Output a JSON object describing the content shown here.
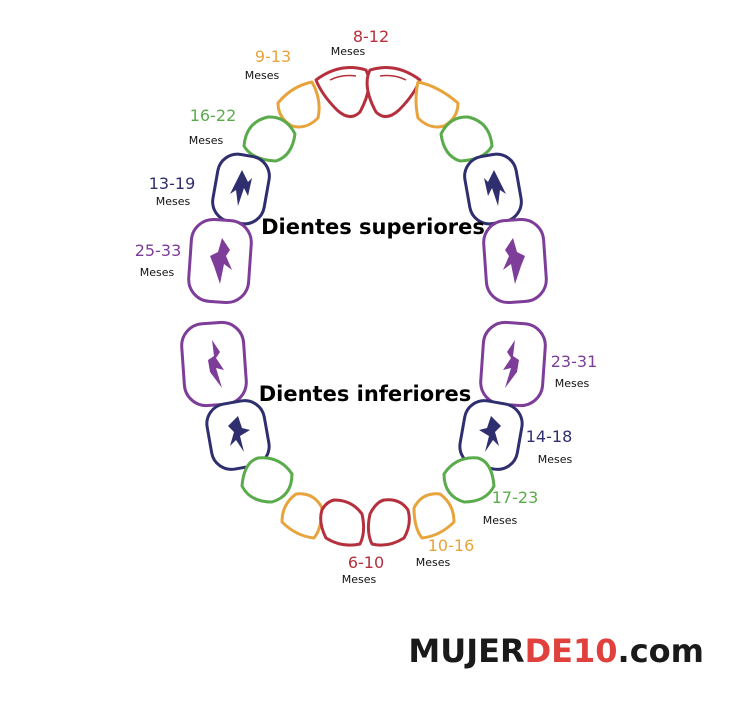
{
  "headings": {
    "upper": "Dientes superiores",
    "lower": "Dientes inferiores"
  },
  "colors": {
    "incisor_central": "#b5303c",
    "incisor_lateral": "#e8a43c",
    "canine": "#5aab4c",
    "first_molar": "#2f2e6e",
    "second_molar": "#7e3d98"
  },
  "labels": {
    "upper_central": {
      "range": "8-12",
      "unit": "Meses"
    },
    "upper_lateral": {
      "range": "9-13",
      "unit": "Meses"
    },
    "upper_canine": {
      "range": "16-22",
      "unit": "Meses"
    },
    "upper_first_molar": {
      "range": "13-19",
      "unit": "Meses"
    },
    "upper_second_molar": {
      "range": "25-33",
      "unit": "Meses"
    },
    "lower_second_molar": {
      "range": "23-31",
      "unit": "Meses"
    },
    "lower_first_molar": {
      "range": "14-18",
      "unit": "Meses"
    },
    "lower_canine": {
      "range": "17-23",
      "unit": "Meses"
    },
    "lower_lateral": {
      "range": "10-16",
      "unit": "Meses"
    },
    "lower_central": {
      "range": "6-10",
      "unit": "Meses"
    }
  },
  "logo": {
    "part1": "MUJER",
    "part2": "DE10",
    "part3": ".com",
    "color_dark": "#1a1a1a",
    "color_accent": "#e0413c"
  }
}
